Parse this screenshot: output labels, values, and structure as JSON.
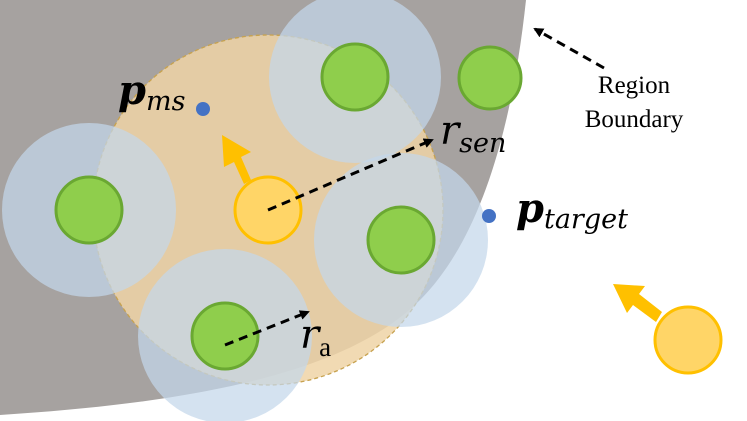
{
  "colors": {
    "region": "#a6a2a0",
    "sensing_fill": "#efd3a6",
    "sensing_edge": "#c7a24f",
    "range_halo": "#c3d7ea",
    "robot_green": "#8fce4c",
    "robot_green_edge": "#6aa832",
    "robot_yellow": "#ffd567",
    "robot_yellow_edge": "#ffc000",
    "arrow_orange": "#ffc000",
    "point_blue": "#4472c4",
    "dash": "#000000",
    "background": "#ffffff"
  },
  "icons": {
    "robot": "filled-circle",
    "heading": "block-arrow",
    "point": "dot"
  },
  "labels": {
    "p_ms": {
      "base": "p",
      "sub": "ms"
    },
    "p_target": {
      "base": "p",
      "sub": "target"
    },
    "r_sen": {
      "base": "r",
      "sub": "sen"
    },
    "r_a": {
      "base": "r",
      "sub": "a"
    },
    "boundary_line1": "Region",
    "boundary_line2": "Boundary"
  }
}
